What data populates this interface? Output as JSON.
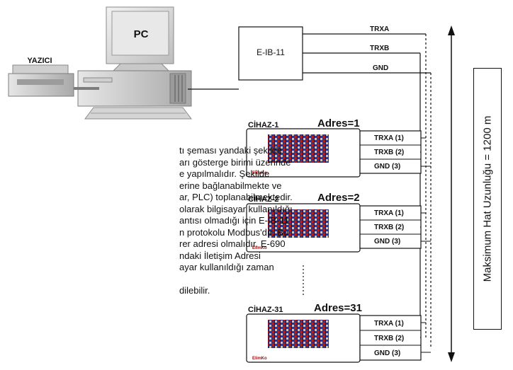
{
  "pc": {
    "label": "PC"
  },
  "printer": {
    "label": "YAZICI"
  },
  "converter": {
    "label": "E-IB-11",
    "lines": [
      "TRXA",
      "TRXB",
      "GND"
    ]
  },
  "devices": [
    {
      "name": "CİHAZ-1",
      "address": "Adres=1",
      "terminals": [
        "TRXA (1)",
        "TRXB (2)",
        "GND (3)"
      ],
      "brand": "ElimKo"
    },
    {
      "name": "CİHAZ-2",
      "address": "Adres=2",
      "terminals": [
        "TRXA (1)",
        "TRXB (2)",
        "GND (3)"
      ],
      "brand": "ElimKo"
    },
    {
      "name": "CİHAZ-31",
      "address": "Adres=31",
      "terminals": [
        "TRXA (1)",
        "TRXB (2)",
        "GND (3)"
      ],
      "brand": "ElimKo"
    }
  ],
  "max_line_label": "Maksimum Hat Uzunluğu = 1200 m",
  "paragraph": [
    "tı şeması yandaki şekilde",
    "arı gösterge birimi üzerinde",
    "e yapılmalıdır. Şekilde",
    "erine bağlanabilmekte ve",
    "ar, PLC) toplanabilmektedir.",
    "olarak bilgisayar kullanıldığı",
    "antısı olmadığı için E-IB-11",
    "n protokolu Modbus'dır. Bu",
    "rer adresi olmalıdır. E-690",
    "ndaki İletişim Adresi",
    "ayar kullanıldığı zaman",
    "",
    "dilebilir."
  ]
}
